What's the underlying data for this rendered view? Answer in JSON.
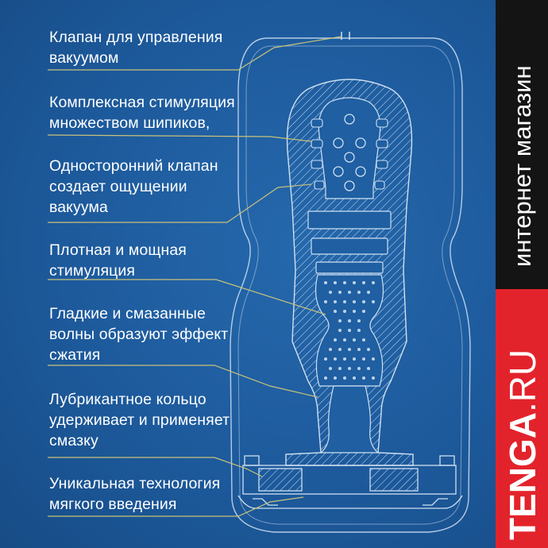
{
  "labels": [
    "Клапан для управления\nвакуумом",
    "Комплексная стимуляция\nмножеством шипиков,",
    "Односторонний клапан\nсоздает ощущении\nвакуума",
    "Плотная и мощная\nстимуляция",
    "Гладкие и смазанные\nволны образуют эффект\nсжатия",
    "Лубрикантное кольцо\nудерживает и применяет\nсмазку",
    "Уникальная технология\nмягкого введения"
  ],
  "sidebar": {
    "shop_text": "интернет магазин",
    "brand_bold": "TENGA",
    "brand_light": ".RU"
  },
  "colors": {
    "background": "#1d5a9c",
    "line": "#cfe0f2",
    "leader": "#c9c27a",
    "sidebar_dark": "#141414",
    "sidebar_red": "#e3232b"
  }
}
